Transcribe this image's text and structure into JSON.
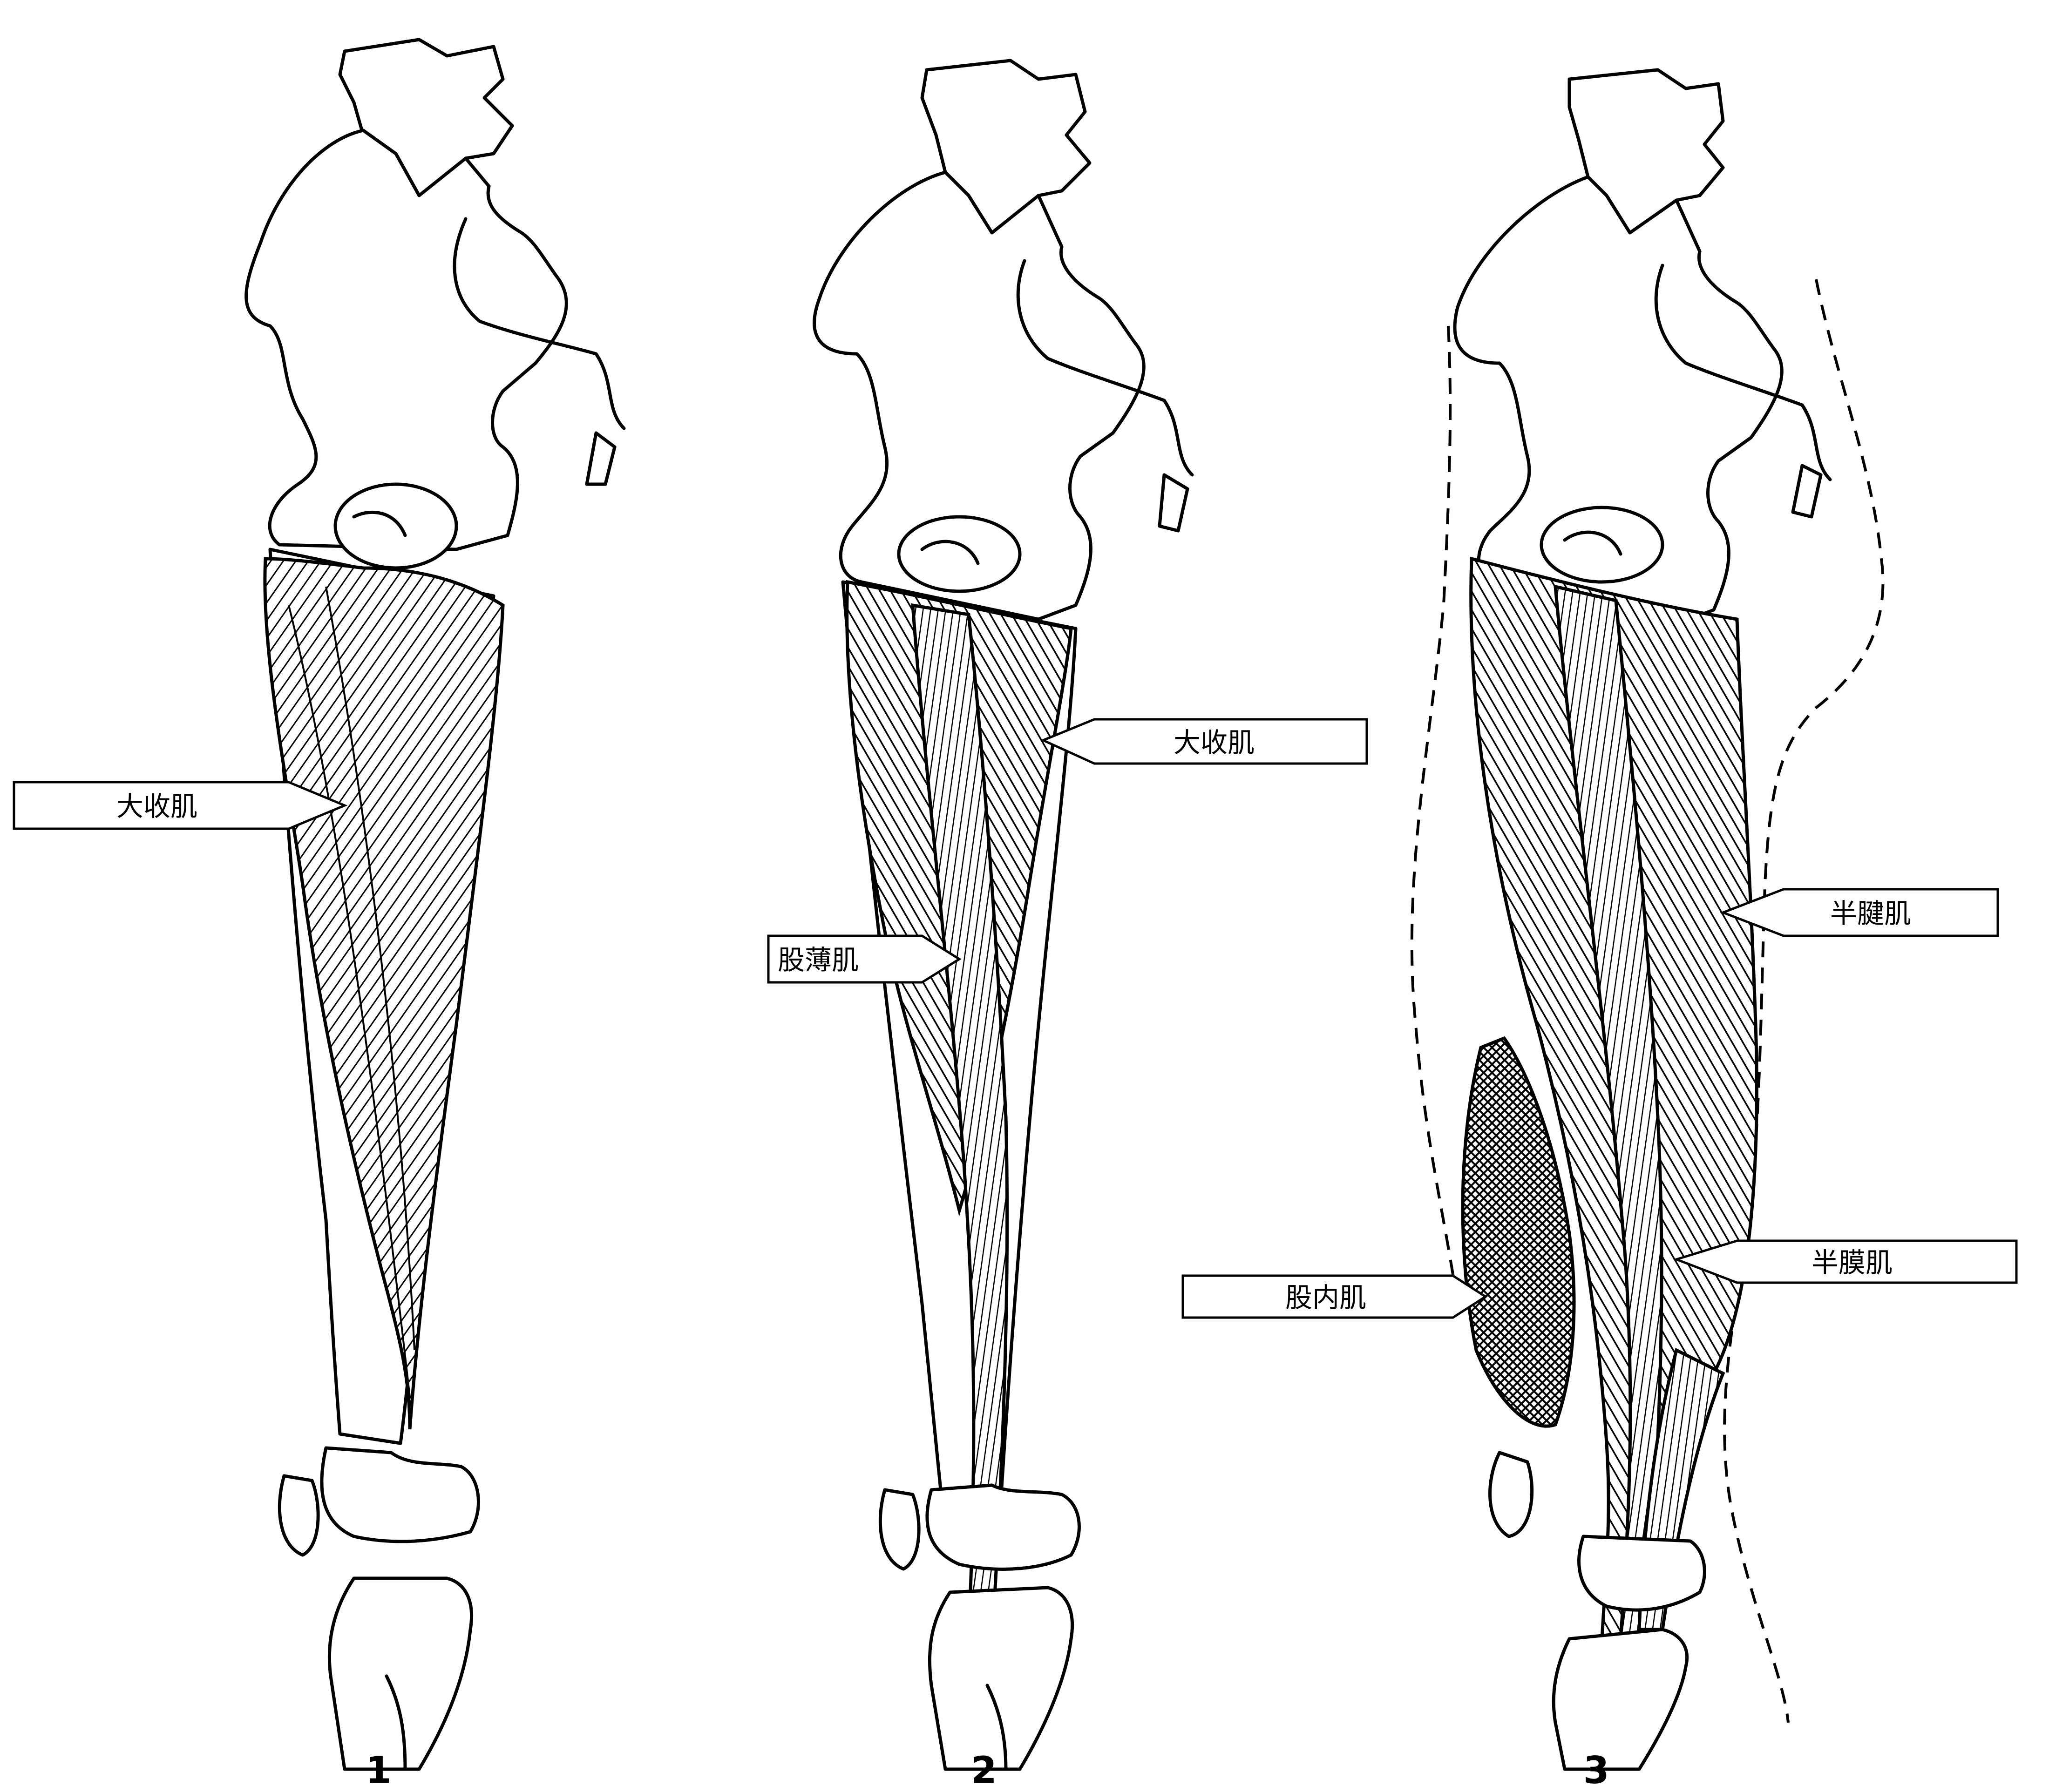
{
  "figures": [
    {
      "number": "1",
      "labels": [
        "大收肌"
      ]
    },
    {
      "number": "2",
      "labels": [
        "大收肌",
        "股薄肌"
      ]
    },
    {
      "number": "3",
      "labels": [
        "半腱肌",
        "股内肌",
        "半膜肌"
      ]
    }
  ],
  "colors": {
    "ink": "#000000",
    "paper": "#ffffff"
  }
}
